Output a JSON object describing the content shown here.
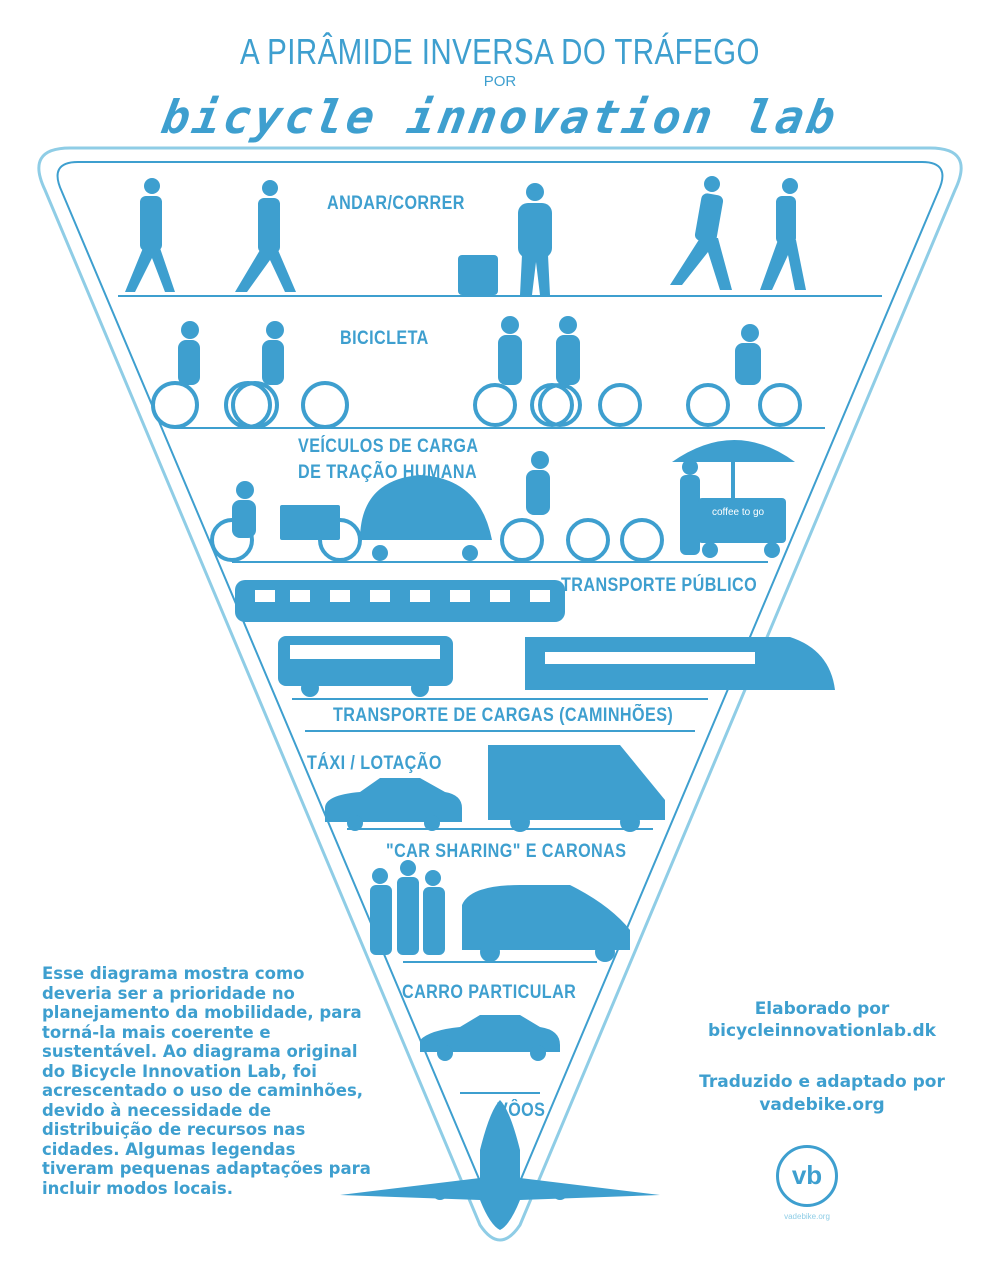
{
  "header": {
    "title": "A PIRÂMIDE INVERSA DO TRÁFEGO",
    "by": "POR",
    "brand": "bicycle innovation lab"
  },
  "tiers": [
    {
      "label": "ANDAR/CORRER"
    },
    {
      "label": "BICICLETA"
    },
    {
      "label": "VEÍCULOS DE CARGA",
      "label2": "DE TRAÇÃO HUMANA",
      "cart_text": "coffee to go"
    },
    {
      "label": "TRANSPORTE PÚBLICO"
    },
    {
      "label": "TRANSPORTE DE CARGAS (CAMINHÕES)"
    },
    {
      "label": "TÁXI / LOTAÇÃO"
    },
    {
      "label": "\"CAR SHARING\" E CARONAS"
    },
    {
      "label": "CARRO PARTICULAR"
    },
    {
      "label": "VÔOS"
    }
  ],
  "description": "Esse diagrama mostra como deveria ser a prioridade no planejamento da mobilidade, para torná-la mais coerente e sustentável. Ao diagrama original do Bicycle Innovation Lab, foi acrescentado o uso de caminhões, devido à necessidade de distribuição de recursos nas cidades. Algumas legendas tiveram pequenas adaptações para incluir modos locais.",
  "credits": {
    "made_by_label": "Elaborado por",
    "made_by": "bicycleinnovationlab.dk",
    "translated_label": "Traduzido e adaptado por",
    "translated_by": "vadebike.org",
    "logo_text": "vb",
    "logo_caption": "vadebike.org"
  },
  "colors": {
    "primary": "#3e9fcf",
    "outline": "#8fcde6"
  }
}
